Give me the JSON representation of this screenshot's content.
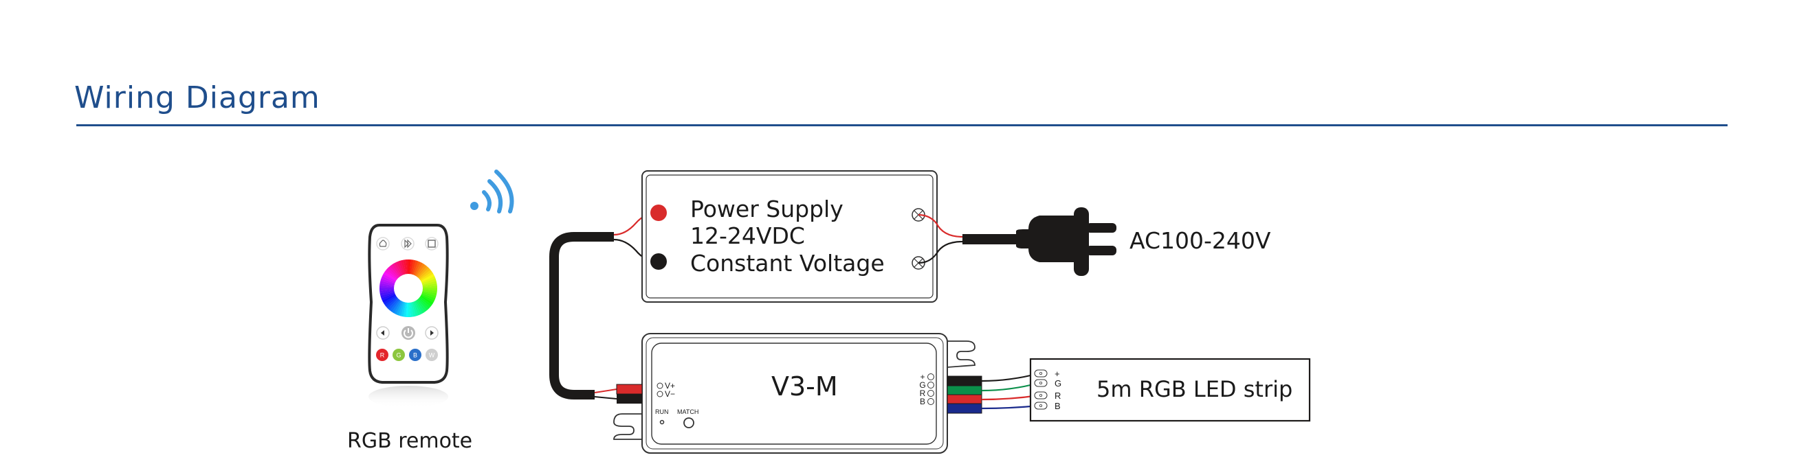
{
  "header": {
    "title": "Wiring Diagram",
    "accent_color": "#1f4e8c"
  },
  "remote": {
    "label": "RGB remote",
    "top_buttons": [
      "mode-icon",
      "speed-icon",
      "save-icon"
    ],
    "nav_buttons": [
      "left-arrow-icon",
      "power-icon",
      "right-arrow-icon"
    ],
    "color_buttons": [
      {
        "label": "R",
        "color": "#e3262c"
      },
      {
        "label": "G",
        "color": "#8cc63e"
      },
      {
        "label": "B",
        "color": "#2a6fc9"
      },
      {
        "label": "W",
        "color": "#cfcfcf"
      }
    ],
    "signal_icon": "wireless-signal-icon",
    "signal_color": "#3f9be0"
  },
  "power_supply": {
    "line1": "Power Supply",
    "line2": "12-24VDC",
    "line3": "Constant Voltage",
    "input_label": "AC100-240V"
  },
  "controller": {
    "model": "V3-M",
    "input_terminals": [
      "V+",
      "V−"
    ],
    "run_label": "RUN",
    "match_label": "MATCH",
    "output_terminals": [
      "+",
      "G",
      "R",
      "B"
    ]
  },
  "led_strip": {
    "label": "5m RGB LED strip",
    "pads": [
      "+",
      "G",
      "R",
      "B"
    ]
  },
  "wire_colors": {
    "red": "#d92b2b",
    "black": "#1c1a19",
    "green": "#0a8f4a",
    "blue": "#1a2a8c"
  }
}
